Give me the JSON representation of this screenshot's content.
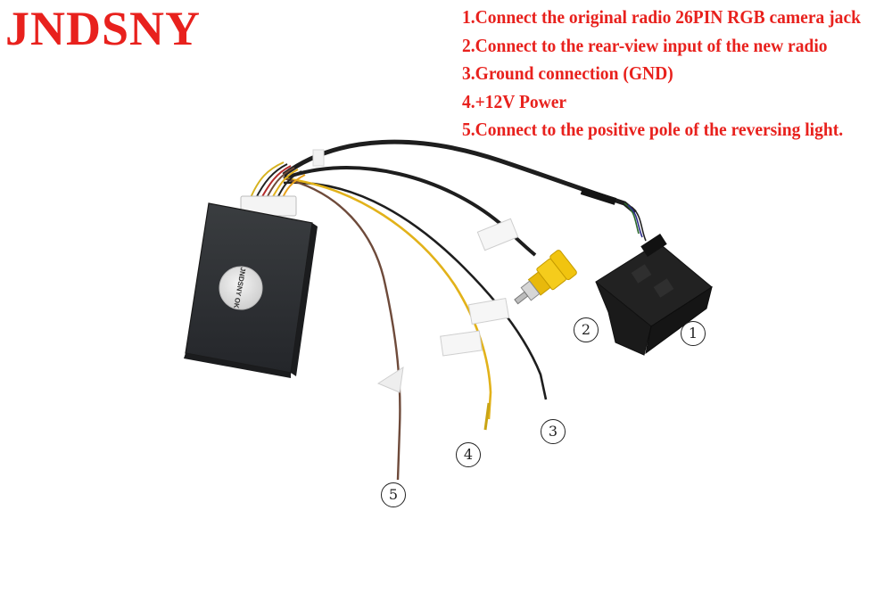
{
  "brand": {
    "name": "JNDSNY",
    "color": "#e8211d"
  },
  "instructions": [
    "1.Connect the original radio 26PIN RGB camera jack",
    "2.Connect to the rear-view input of the new radio",
    "3.Ground connection (GND)",
    "4.+12V Power",
    "5.Connect to the positive pole of the reversing light."
  ],
  "module": {
    "label": "JNDSNY OK"
  },
  "callouts": {
    "c1": "1",
    "c2": "2",
    "c3": "3",
    "c4": "4",
    "c5": "5"
  },
  "colors": {
    "text_red": "#e8211d",
    "module_body": "#2b2d2f",
    "wire_black": "#1e1e1e",
    "wire_yellow": "#e2b21a",
    "wire_brown": "#6e4a3a",
    "rca_yellow": "#f1c40f"
  }
}
